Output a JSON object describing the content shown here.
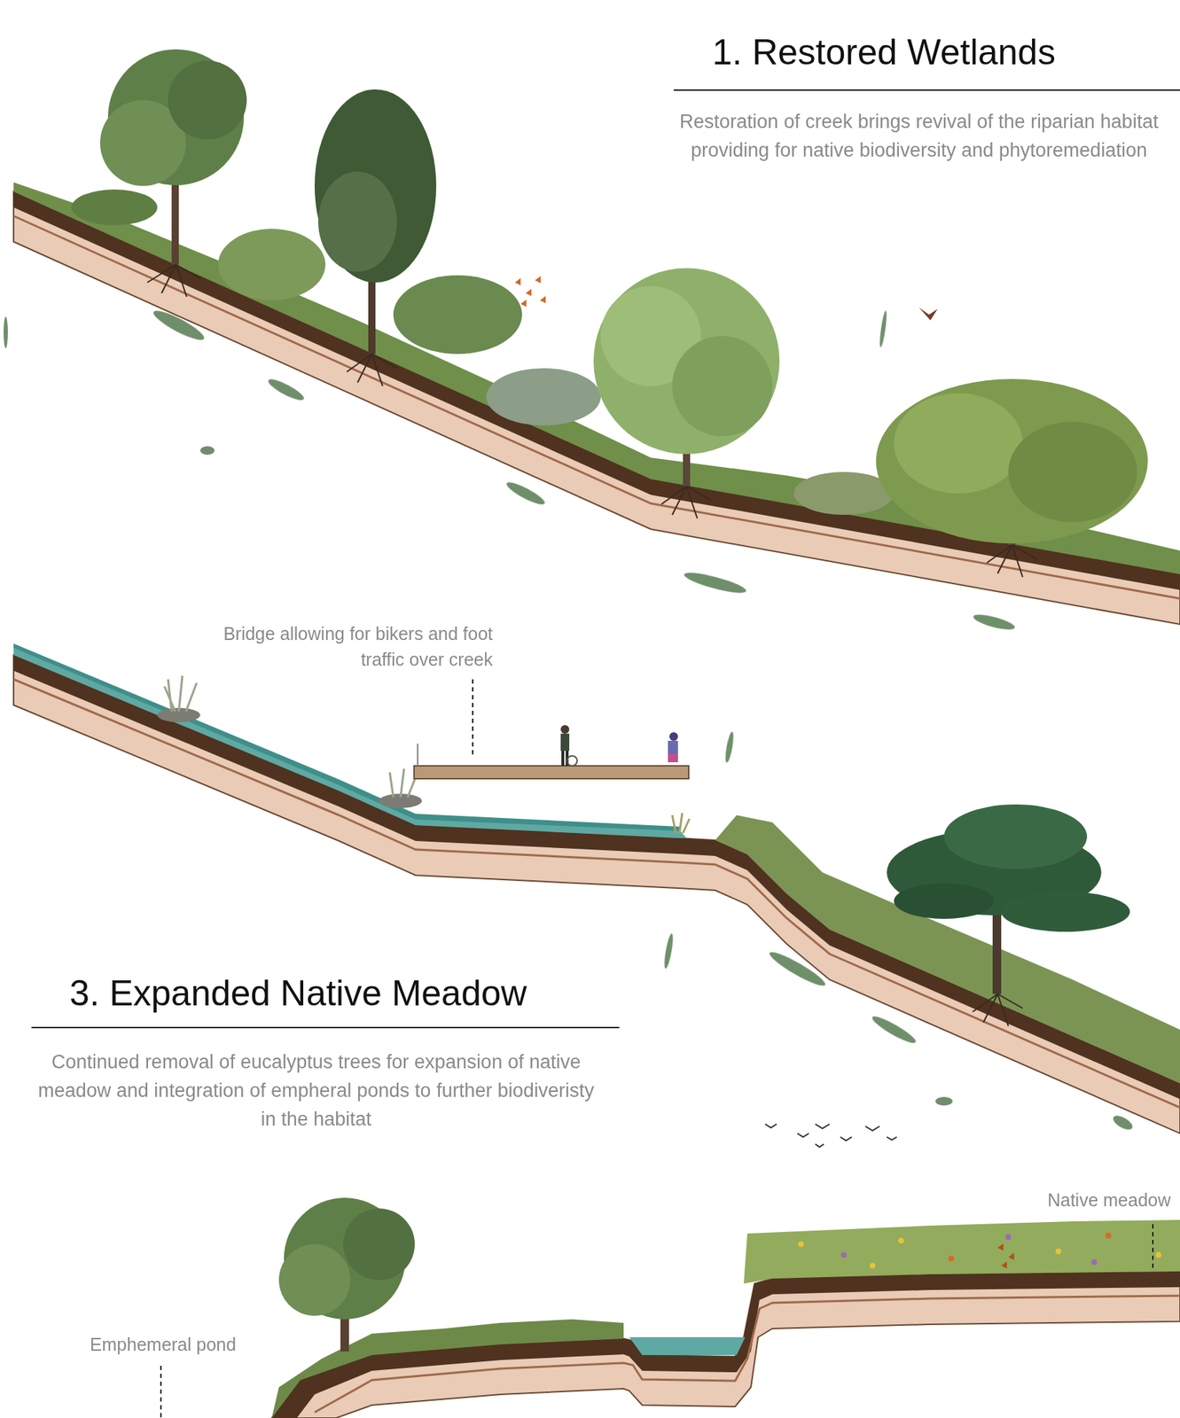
{
  "diagram": {
    "labels": [
      "1. Restored Wetlands",
      "Restoration of creek brings revival of the riparian habitat providing for native biodiversity and phytoremediation",
      "Bridge allowing for bikers and foot traffic over creek",
      "3. Expanded Native Meadow",
      "Continued removal of eucalyptus trees for expansion of native meadow and integration of empheral ponds to further biodiveristy in the habitat",
      "Native meadow",
      "Emphemeral pond"
    ]
  }
}
